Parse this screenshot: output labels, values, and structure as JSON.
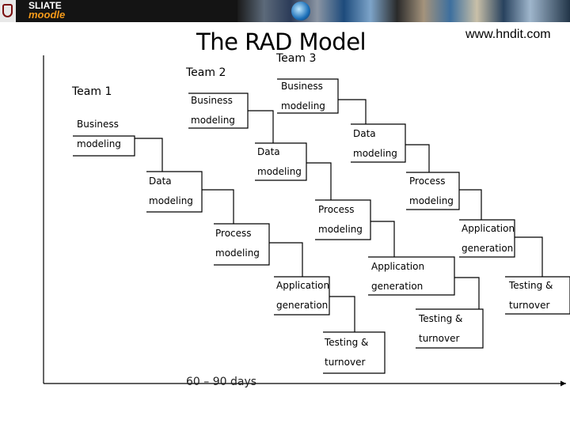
{
  "banner": {
    "brand_top": "SLIATE",
    "brand_bottom": "moodle"
  },
  "slide": {
    "title": "The RAD Model",
    "url": "www.hndit.com",
    "footer": "60 – 90 days"
  },
  "teams": [
    "Team 1",
    "Team 2",
    "Team 3"
  ],
  "phase_labels": {
    "business": [
      "Business",
      "modeling"
    ],
    "data": [
      "Data",
      "modeling"
    ],
    "process": [
      "Process",
      "modeling"
    ],
    "application": [
      "Application",
      "generation"
    ],
    "testing": [
      "Testing &",
      "turnover"
    ]
  }
}
